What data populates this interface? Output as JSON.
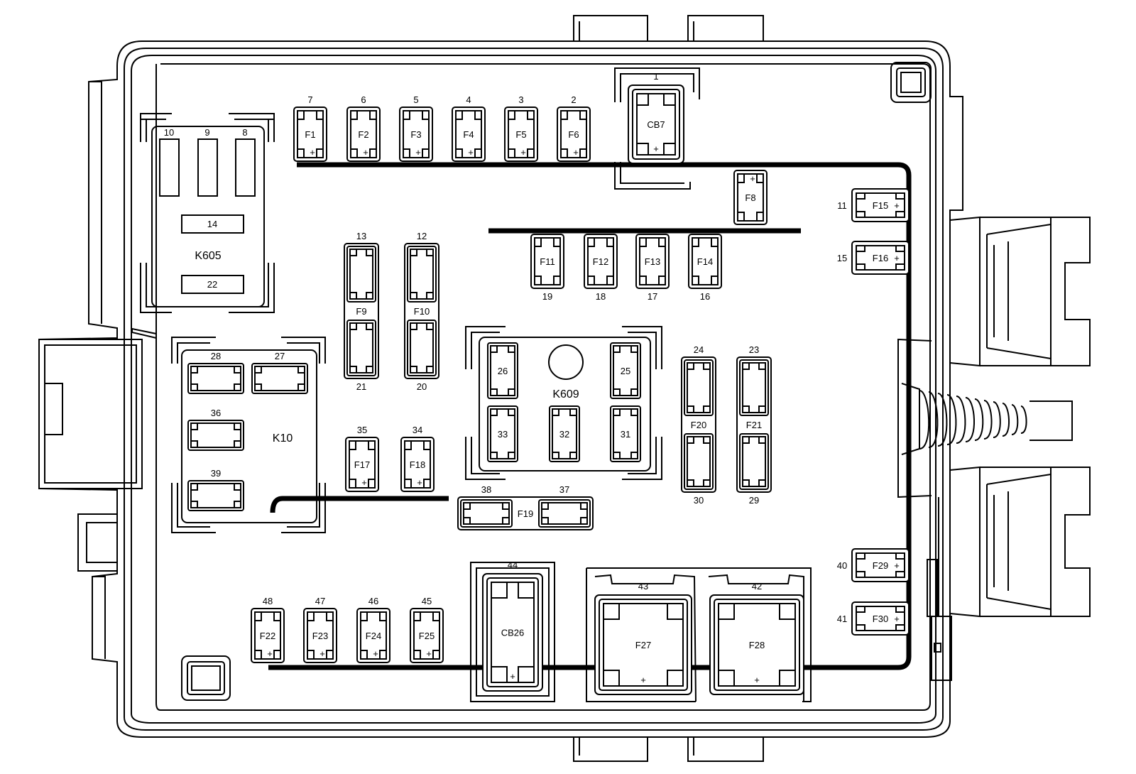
{
  "relays": [
    {
      "id": "k605",
      "name": "K605",
      "pins": [
        "10",
        "9",
        "8",
        "14",
        "22"
      ]
    },
    {
      "id": "k10",
      "name": "K10",
      "pins": [
        "28",
        "27",
        "36",
        "39"
      ]
    },
    {
      "id": "k609",
      "name": "K609",
      "pins": [
        "26",
        "25",
        "33",
        "32",
        "31"
      ]
    }
  ],
  "fuses": [
    {
      "id": "cb7",
      "name": "CB7",
      "cavity": "1",
      "plus": "+"
    },
    {
      "id": "f1",
      "name": "F1",
      "cavity": "7",
      "plus": "+"
    },
    {
      "id": "f2",
      "name": "F2",
      "cavity": "6",
      "plus": "+"
    },
    {
      "id": "f3",
      "name": "F3",
      "cavity": "5",
      "plus": "+"
    },
    {
      "id": "f4",
      "name": "F4",
      "cavity": "4",
      "plus": "+"
    },
    {
      "id": "f5",
      "name": "F5",
      "cavity": "3",
      "plus": "+"
    },
    {
      "id": "f6",
      "name": "F6",
      "cavity": "2",
      "plus": "+"
    },
    {
      "id": "f8",
      "name": "F8",
      "cavity": "",
      "plus": "+"
    },
    {
      "id": "f9",
      "name": "F9",
      "cavity": "13",
      "cavity2": "21"
    },
    {
      "id": "f10",
      "name": "F10",
      "cavity": "12",
      "cavity2": "20"
    },
    {
      "id": "f11",
      "name": "F11",
      "cavity": "19"
    },
    {
      "id": "f12",
      "name": "F12",
      "cavity": "18"
    },
    {
      "id": "f13",
      "name": "F13",
      "cavity": "17"
    },
    {
      "id": "f14",
      "name": "F14",
      "cavity": "16"
    },
    {
      "id": "f15",
      "name": "F15",
      "cavity": "11",
      "plus": "+"
    },
    {
      "id": "f16",
      "name": "F16",
      "cavity": "15",
      "plus": "+"
    },
    {
      "id": "f17",
      "name": "F17",
      "cavity": "35",
      "plus": "+"
    },
    {
      "id": "f18",
      "name": "F18",
      "cavity": "34",
      "plus": "+"
    },
    {
      "id": "f19",
      "name": "F19",
      "cavity": "38",
      "cavity2": "37"
    },
    {
      "id": "f20",
      "name": "F20",
      "cavity": "24",
      "cavity2": "30"
    },
    {
      "id": "f21",
      "name": "F21",
      "cavity": "23",
      "cavity2": "29"
    },
    {
      "id": "f22",
      "name": "F22",
      "cavity": "48",
      "plus": "+"
    },
    {
      "id": "f23",
      "name": "F23",
      "cavity": "47",
      "plus": "+"
    },
    {
      "id": "f24",
      "name": "F24",
      "cavity": "46",
      "plus": "+"
    },
    {
      "id": "f25",
      "name": "F25",
      "cavity": "45",
      "plus": "+"
    },
    {
      "id": "cb26",
      "name": "CB26",
      "cavity": "44",
      "plus": "+"
    },
    {
      "id": "f27",
      "name": "F27",
      "cavity": "43",
      "plus": "+"
    },
    {
      "id": "f28",
      "name": "F28",
      "cavity": "42",
      "plus": "+"
    },
    {
      "id": "f29",
      "name": "F29",
      "cavity": "40",
      "plus": "+"
    },
    {
      "id": "f30",
      "name": "F30",
      "cavity": "41",
      "plus": "+"
    }
  ]
}
